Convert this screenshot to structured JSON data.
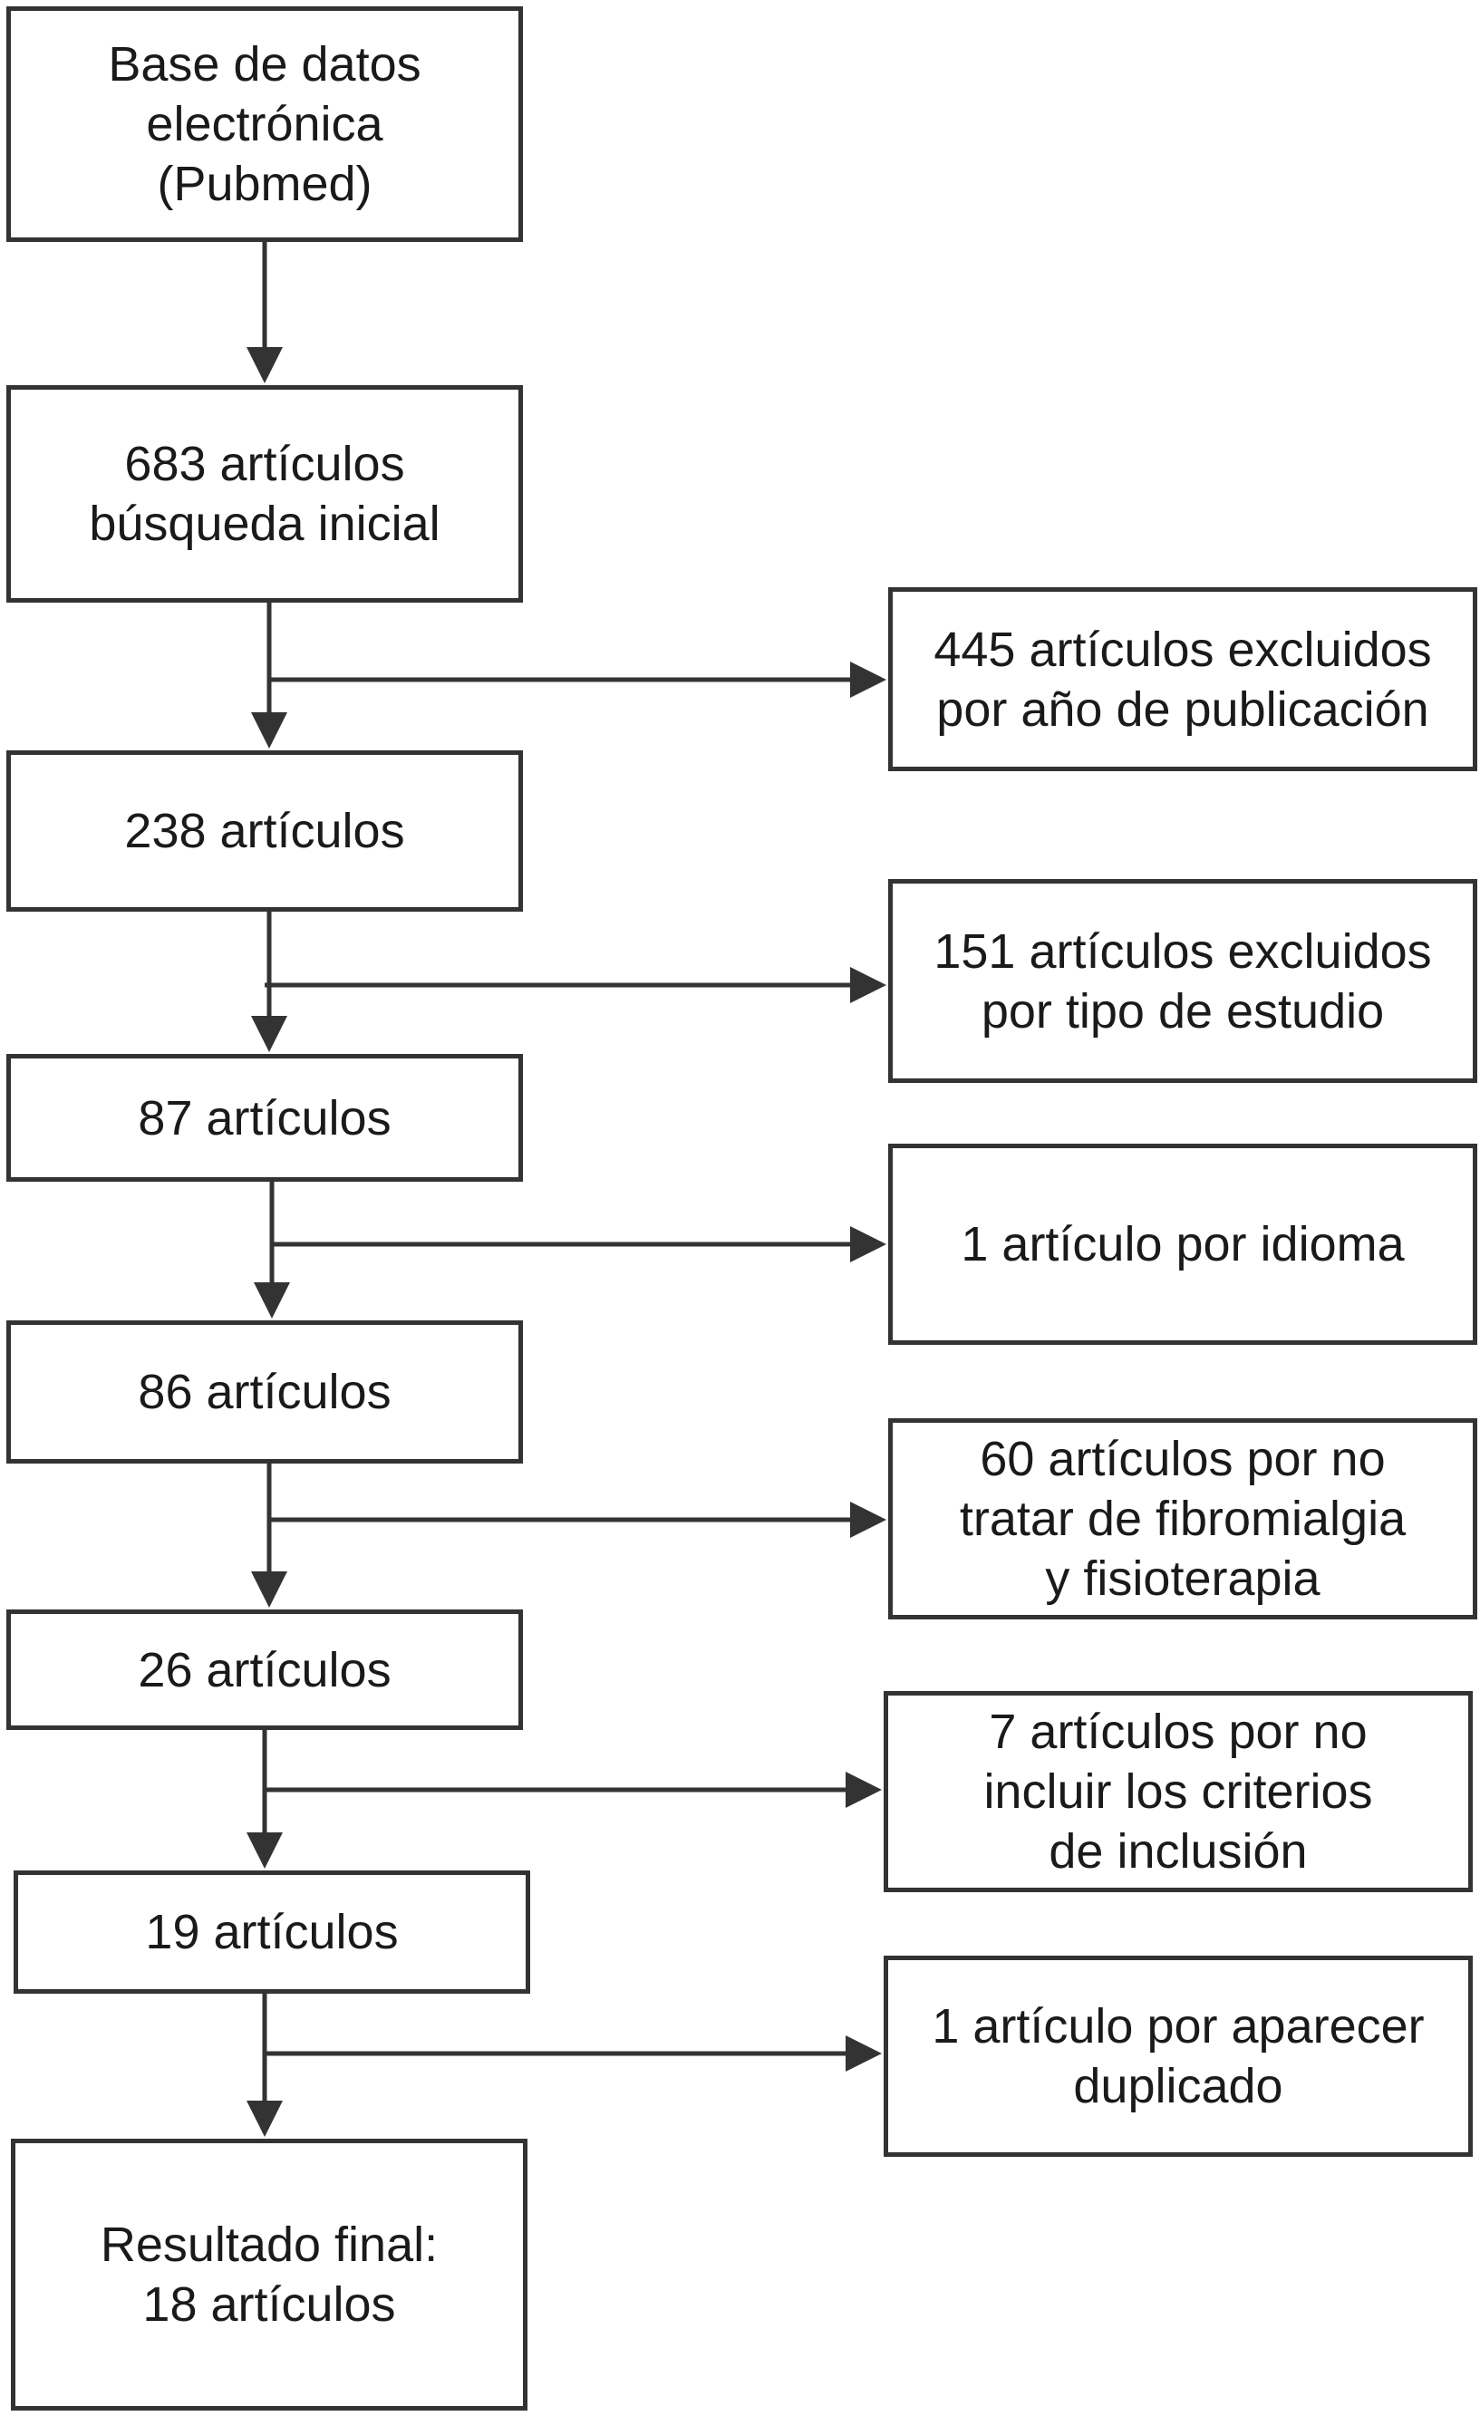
{
  "main_steps": [
    {
      "id": "database",
      "text": "Base de datos\nelectrónica\n(Pubmed)"
    },
    {
      "id": "initial-search",
      "text": "683 artículos\nbúsqueda inicial"
    },
    {
      "id": "step-238",
      "text": "238 artículos"
    },
    {
      "id": "step-87",
      "text": "87 artículos"
    },
    {
      "id": "step-86",
      "text": "86 artículos"
    },
    {
      "id": "step-26",
      "text": "26 artículos"
    },
    {
      "id": "step-19",
      "text": "19 artículos"
    },
    {
      "id": "final-result",
      "text": "Resultado final:\n18 artículos"
    }
  ],
  "exclusions": [
    {
      "id": "excl-year",
      "text": "445 artículos excluidos\npor año de publicación"
    },
    {
      "id": "excl-study-type",
      "text": "151 artículos excluidos\npor tipo de estudio"
    },
    {
      "id": "excl-language",
      "text": "1 artículo por idioma"
    },
    {
      "id": "excl-topic",
      "text": "60 artículos por no\ntratar de fibromialgia\ny fisioterapia"
    },
    {
      "id": "excl-criteria",
      "text": "7 artículos por no\nincluir los criterios\nde inclusión"
    },
    {
      "id": "excl-duplicate",
      "text": "1 artículo por aparecer\nduplicado"
    }
  ],
  "colors": {
    "line": "#333333",
    "text": "#1a1a1a"
  }
}
